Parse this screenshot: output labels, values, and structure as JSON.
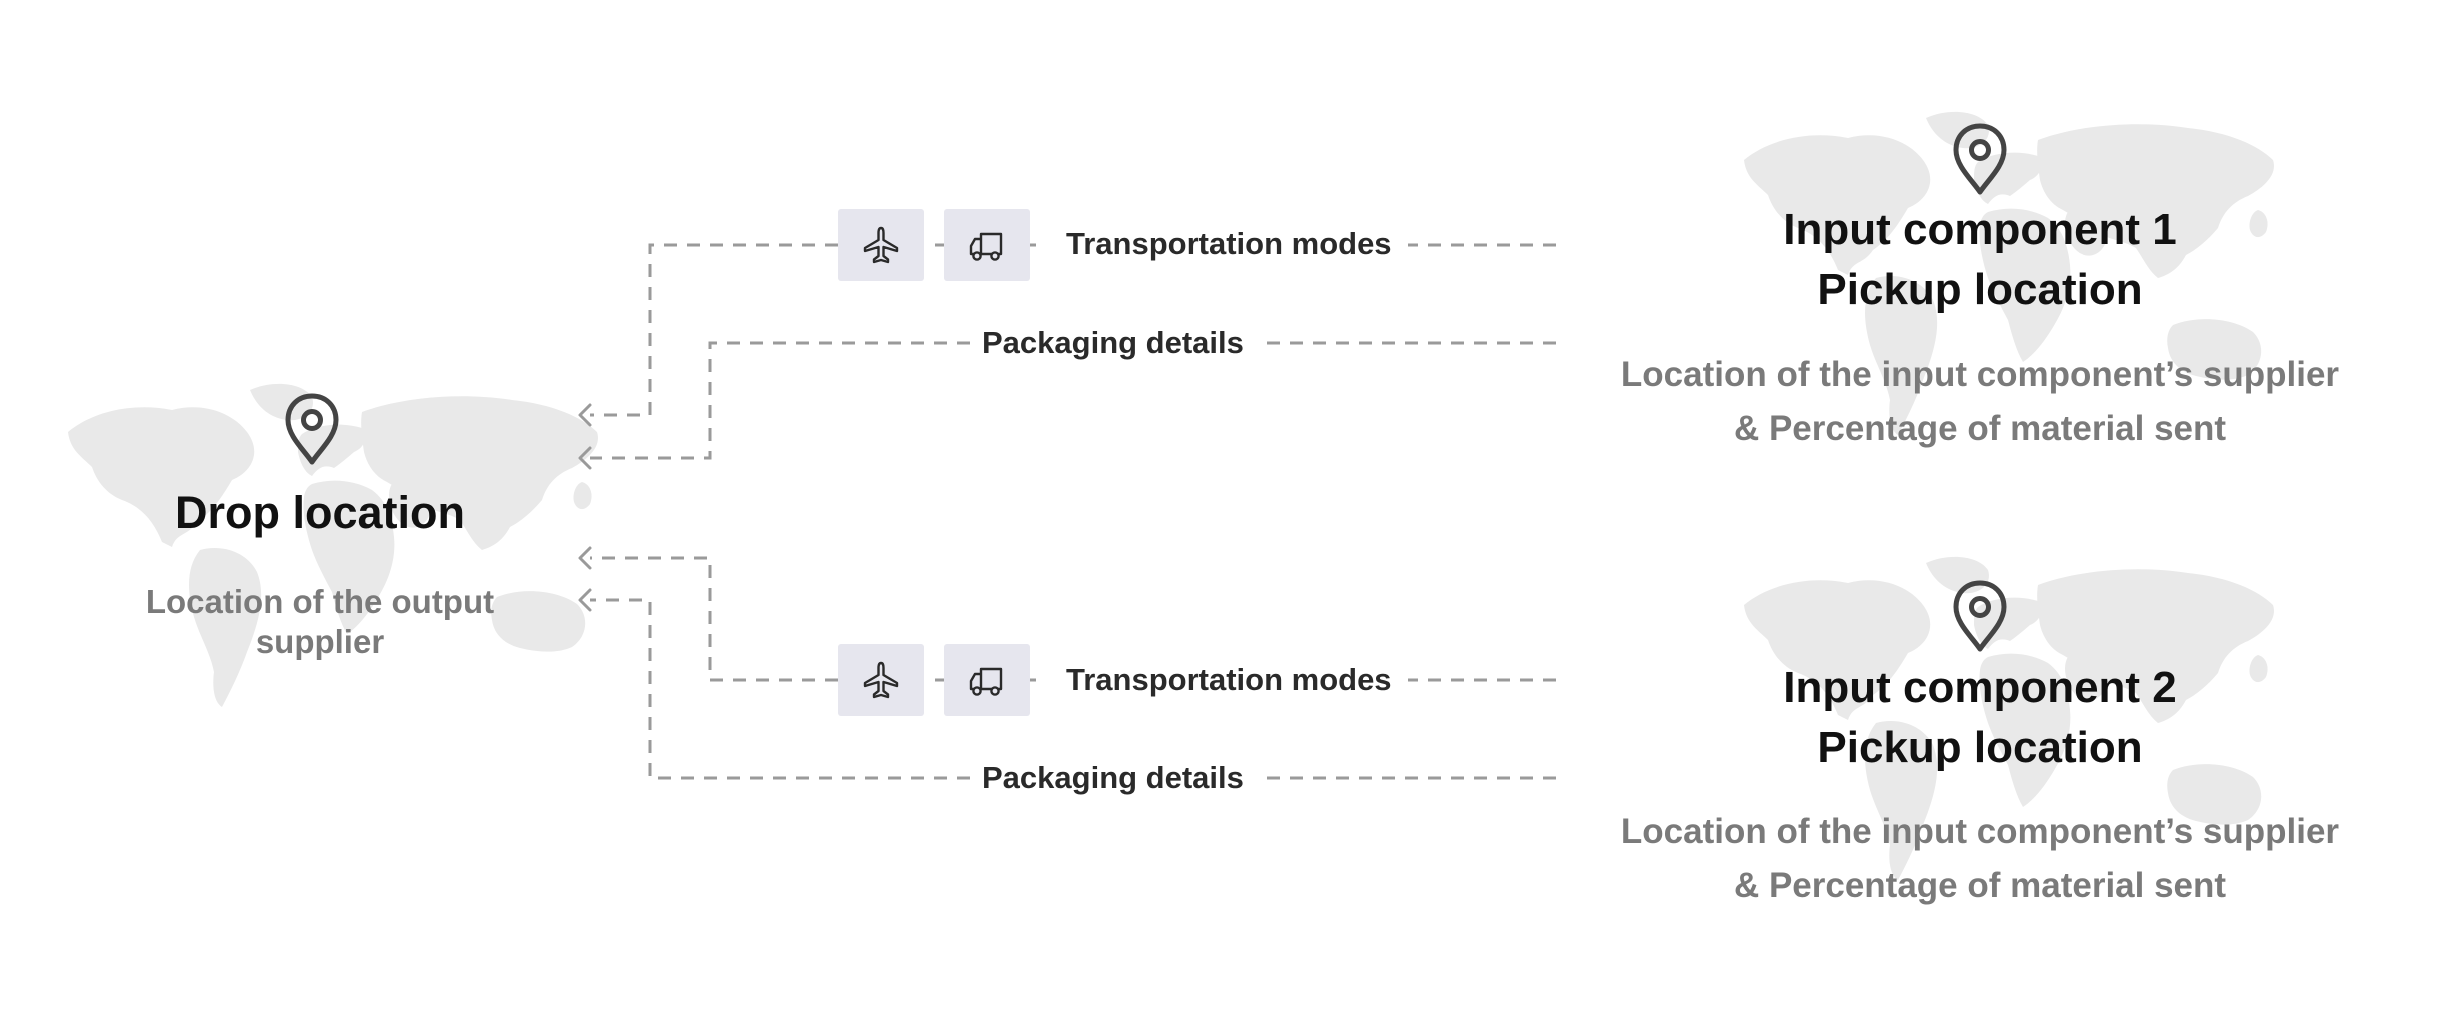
{
  "drop": {
    "title": "Drop location",
    "subtitle_line1": "Location of the output",
    "subtitle_line2": "supplier"
  },
  "input1": {
    "title_line1": "Input component 1",
    "title_line2": "Pickup location",
    "desc_line1": "Location of the input component’s supplier",
    "desc_line2": "& Percentage of material sent"
  },
  "input2": {
    "title_line1": "Input component 2",
    "title_line2": "Pickup location",
    "desc_line1": "Location of the input component’s supplier",
    "desc_line2": "& Percentage of material sent"
  },
  "links": {
    "transport_label": "Transportation modes",
    "packaging_label": "Packaging details"
  },
  "icons": {
    "location": "map-pin-icon",
    "air": "airplane-icon",
    "road": "truck-icon"
  },
  "colors": {
    "map": "#e9e9e9",
    "dash": "#9a9a9a",
    "icon_box": "#e6e6ee",
    "title": "#111111",
    "subtitle": "#7a7a7a"
  }
}
